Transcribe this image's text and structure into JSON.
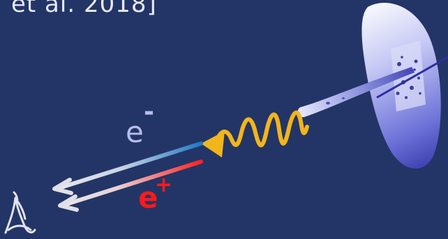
{
  "citation_text": "et al. 2018]",
  "labels": {
    "electron_symbol": "e",
    "electron_sign": "-",
    "positron_symbol": "e",
    "positron_sign": "+"
  },
  "colors": {
    "background": "#233566",
    "electron_label": "#b9bde9",
    "electron_track": "#1f7ac4",
    "positron_label": "#ff1a1a",
    "positron_track": "#ff1f1f",
    "photon": "#f3b51c",
    "arrow": "#e0e0e6",
    "citation": "#e6e9f2"
  },
  "icons": {
    "photon": "wavy-photon-arrow-icon",
    "detector": "ellipsoid-detector-icon",
    "logo": "stylized-figure-logo-icon"
  }
}
